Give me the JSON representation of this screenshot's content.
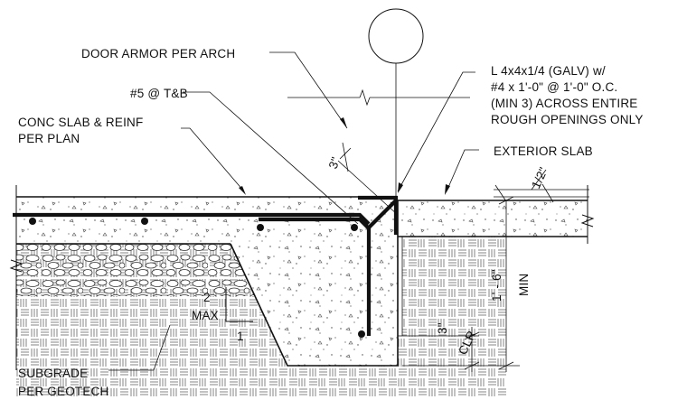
{
  "labels": {
    "door_armor": "DOOR ARMOR PER ARCH",
    "rebar_tb": "#5 @ T&B",
    "conc_slab_1": "CONC SLAB & REINF",
    "conc_slab_2": "PER PLAN",
    "angle_1": "L 4x4x1/4 (GALV) w/",
    "angle_2": "#4 x 1'-0\" @ 1'-0\" O.C.",
    "angle_3": "(MIN 3) ACROSS ENTIRE",
    "angle_4": "ROUGH OPENINGS ONLY",
    "exterior_slab": "EXTERIOR SLAB",
    "subgrade_1": "SUBGRADE",
    "subgrade_2": "PER GEOTECH",
    "slope_rise": "2",
    "slope_max": "MAX",
    "slope_run": "1",
    "dim_3in_top": "3\"",
    "dim_half_in": "1/2\"",
    "dim_depth": "1' - 6\"",
    "dim_min": "MIN",
    "dim_3in_clr": "3\"",
    "dim_clr": "CLR"
  }
}
